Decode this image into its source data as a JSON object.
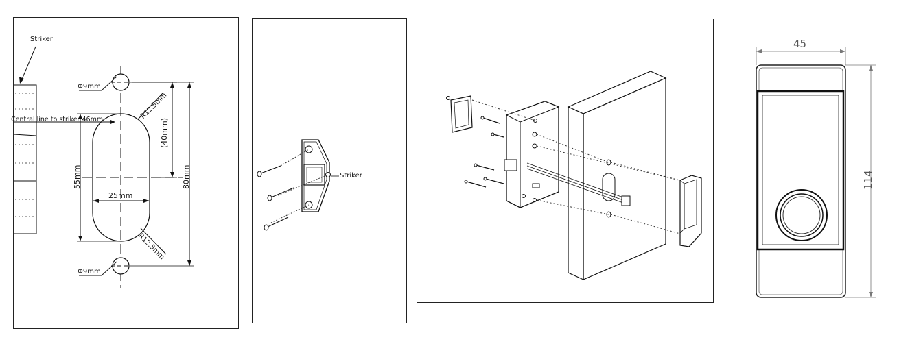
{
  "panel1": {
    "striker_label": "Striker",
    "central_line_label": "Central line to striker 46mm",
    "phi_top": "Φ9mm",
    "phi_bottom": "Φ9mm",
    "radius_top": "R12.5mm",
    "radius_bottom": "R12.5mm",
    "dim_40": "(40mm)",
    "dim_55": "55mm",
    "dim_80": "80mm",
    "dim_25": "25mm"
  },
  "panel2": {
    "striker_label": "Striker"
  },
  "panel4": {
    "width_label": "45",
    "height_label": "114"
  }
}
